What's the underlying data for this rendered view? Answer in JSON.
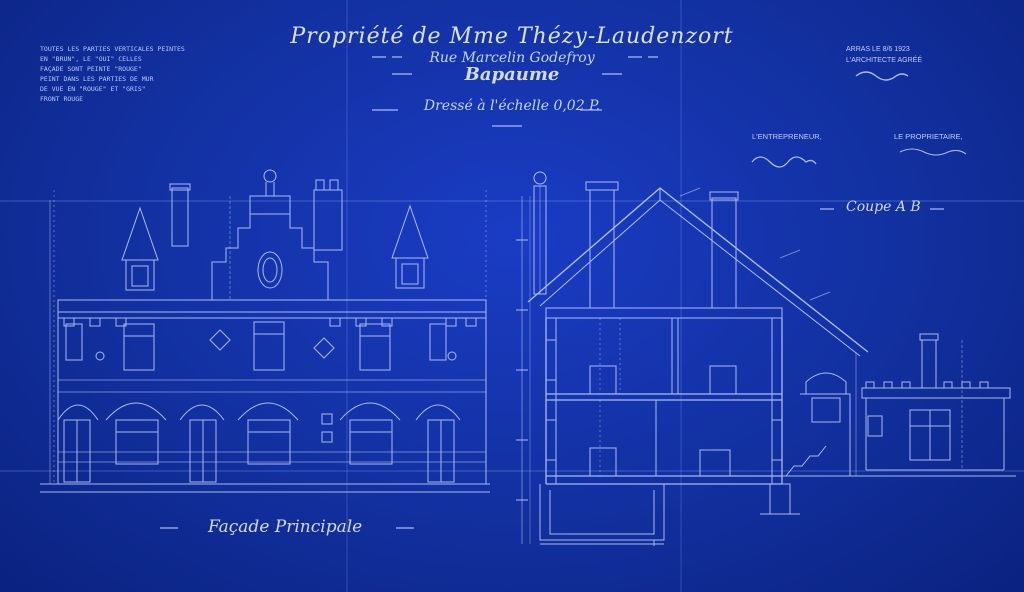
{
  "document": {
    "title": "Propriété de Mme Thézy-Laudenzort",
    "subtitle_street": "Rue Marcelin Godefroy",
    "subtitle_town": "Bapaume",
    "subtitle_scale": "Dressé à l'échelle 0,02 P.",
    "left_note": "TOUTES LES PARTIES VERTICALES PEINTES\nEN \"BRUN\", LE \"OUI\" CELLES\nFAÇADE SONT PEINTE \"ROUGE\"\nPEINT DANS LES PARTIES DE MUR\nDE VUE EN \"ROUGE\" ET \"GRIS\"\nFRONT ROUGE",
    "approval_note": "ARRAS LE 8/6 1923\nL'ARCHITECTE AGRÉÉ",
    "contractor_label": "L'ENTREPRENEUR,",
    "owner_label": "LE PROPRIETAIRE,",
    "section_label": "Coupe A B",
    "facade_label": "Façade Principale"
  },
  "colors": {
    "paper": "#12309f",
    "ink": "#c9d6ff"
  }
}
